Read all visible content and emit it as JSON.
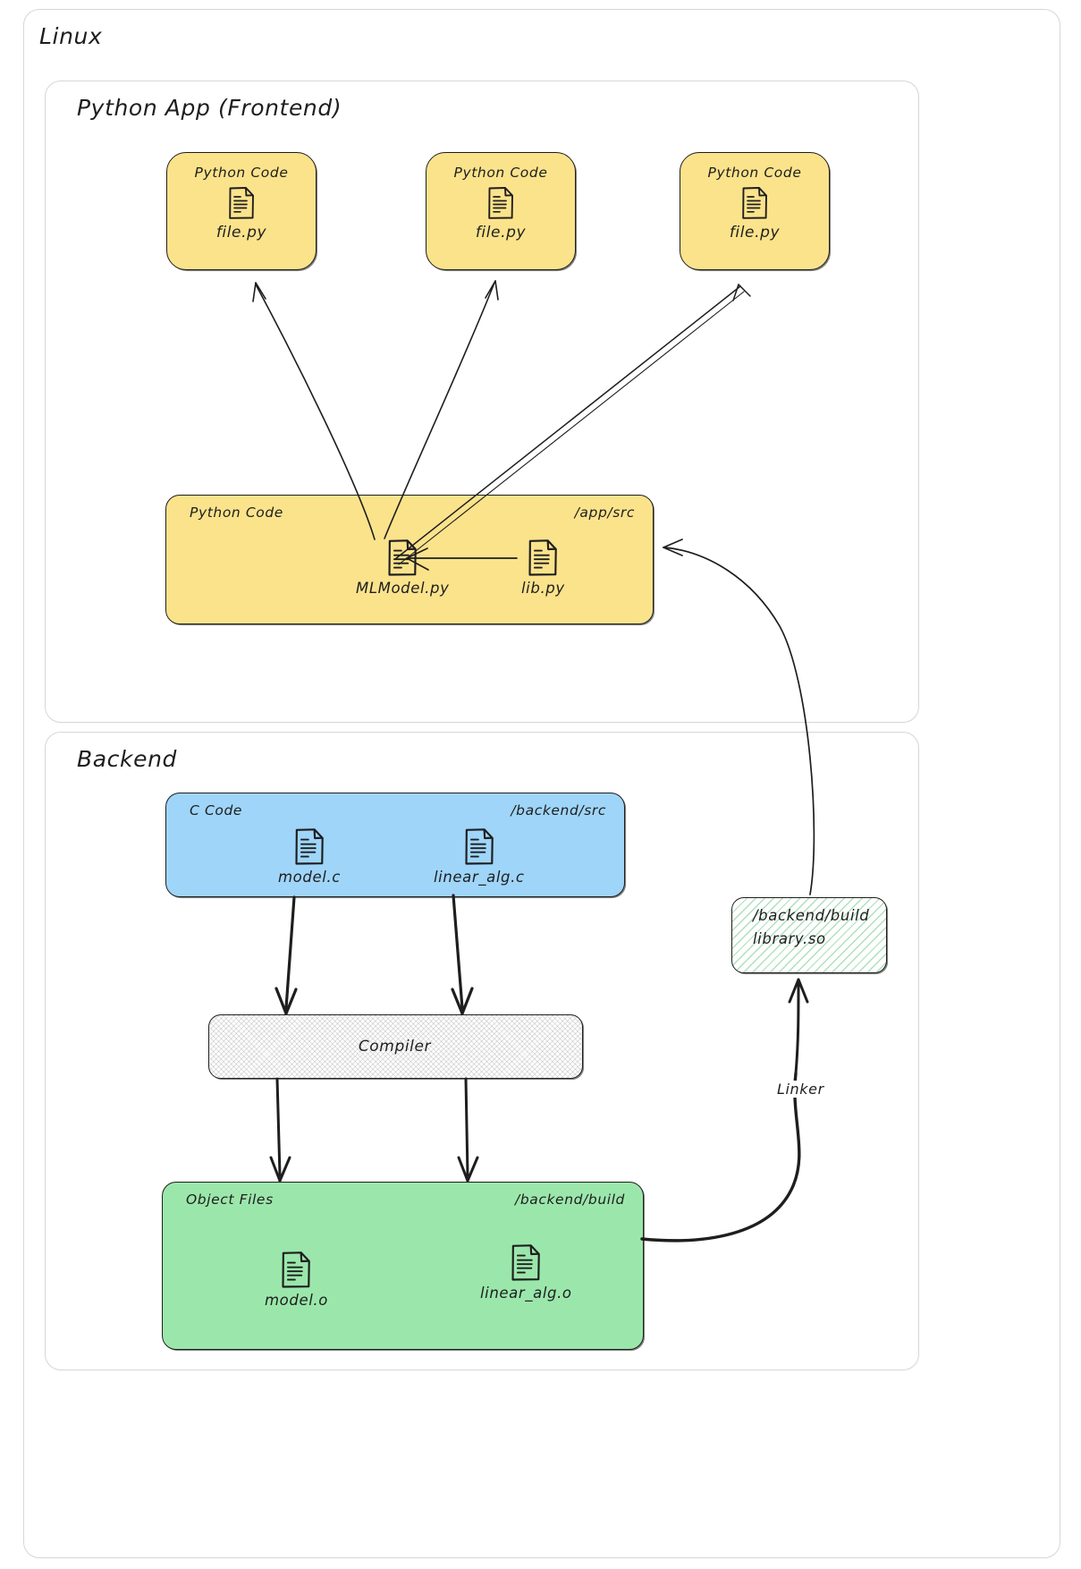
{
  "diagram": {
    "title": "Linux",
    "style": "hand-drawn architecture diagram"
  },
  "frames": [
    {
      "id": "linux",
      "label": "Linux"
    },
    {
      "id": "frontend",
      "label": "Python App (Frontend)"
    },
    {
      "id": "backend",
      "label": "Backend"
    }
  ],
  "frontend": {
    "cards": [
      {
        "title": "Python Code",
        "file": "file.py",
        "icon": "file-icon"
      },
      {
        "title": "Python Code",
        "file": "file.py",
        "icon": "file-icon"
      },
      {
        "title": "Python Code",
        "file": "file.py",
        "icon": "file-icon"
      }
    ],
    "src_group": {
      "corner_left": "Python Code",
      "corner_right": "/app/src",
      "color": "#fbe38c",
      "files": [
        {
          "name": "MLModel.py",
          "icon": "file-icon"
        },
        {
          "name": "lib.py",
          "icon": "file-icon"
        }
      ]
    }
  },
  "backend": {
    "c_group": {
      "corner_left": "C Code",
      "corner_right": "/backend/src",
      "color": "#9fd5f9",
      "files": [
        {
          "name": "model.c",
          "icon": "file-icon"
        },
        {
          "name": "linear_alg.c",
          "icon": "file-icon"
        }
      ]
    },
    "compiler": {
      "label": "Compiler",
      "fill": "cross-hatch"
    },
    "obj_group": {
      "corner_left": "Object Files",
      "corner_right": "/backend/build",
      "color": "#9be7ab",
      "files": [
        {
          "name": "model.o",
          "icon": "file-icon"
        },
        {
          "name": "linear_alg.o",
          "icon": "file-icon"
        }
      ]
    },
    "library": {
      "path": "/backend/build",
      "name": "library.so",
      "fill": "diagonal-hatch-green"
    },
    "linker": {
      "label": "Linker"
    }
  },
  "colors": {
    "stroke": "#1e1e1e",
    "frame_stroke": "#d6d6d6",
    "yellow": "#fbe38c",
    "blue": "#9fd5f9",
    "green": "#9be7ab",
    "hatch_green": "#40b45a"
  }
}
